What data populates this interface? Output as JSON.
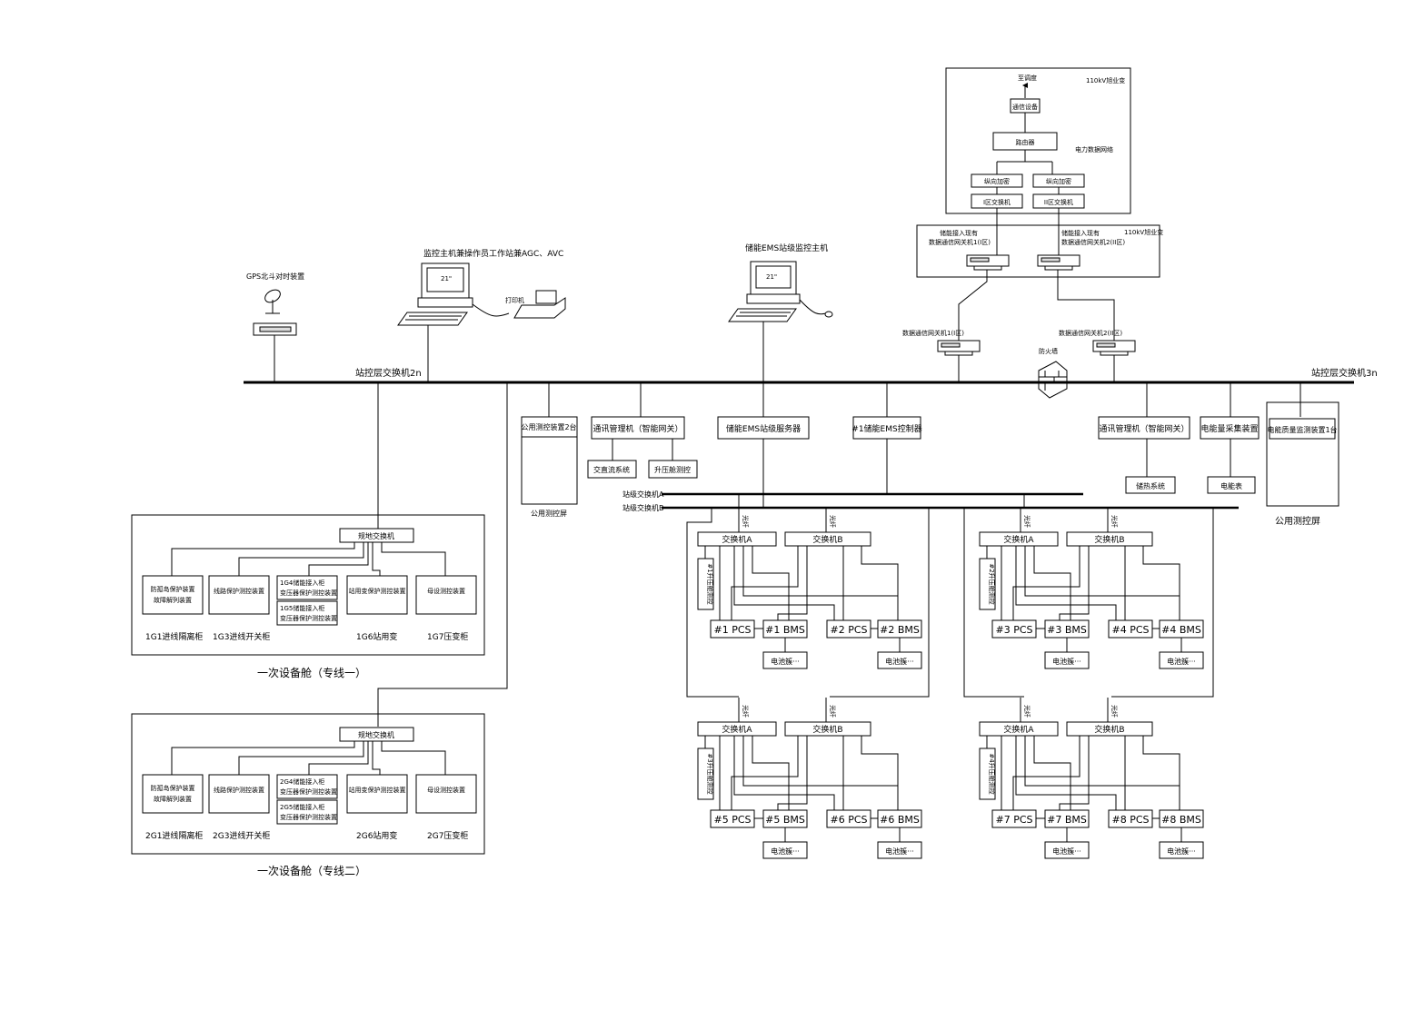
{
  "top": {
    "substation_title": "110kV旭业变",
    "dispatch": "至调度",
    "comm_equipment": "通信设备",
    "router": "路由器",
    "power_network": "电力数据网络",
    "vertical_encrypt_1": "纵向加密",
    "vertical_encrypt_2": "纵向加密",
    "zone1_switch": "I区交换机",
    "zone2_switch": "II区交换机",
    "substation_title_2": "110kV旭业变",
    "gateway_existing_1": "储能接入现有\n数据通信网关机1(I区)",
    "gateway_existing_2": "储能接入现有\n数据通信网关机2(II区)"
  },
  "gateways": {
    "gateway_1": "数据通信网关机1(I区)",
    "gateway_2": "数据通信网关机2(II区)",
    "firewall": "防火墙"
  },
  "workstations": {
    "monitor_host": "监控主机兼操作员工作站兼AGC、AVC",
    "printer": "打印机",
    "ems_host": "储能EMS站级监控主机",
    "screen_label": "21\""
  },
  "gps": {
    "label": "GPS北斗对时装置"
  },
  "station_bus": {
    "left_label": "站控层交换机2n",
    "right_label": "站控层交换机3n"
  },
  "bus_devices": {
    "public_measure": "公用测控装置2台",
    "public_screen": "公用测控屏",
    "comm_manager_1": "通讯管理机（智能网关）",
    "dc_system": "交直流系统",
    "boost_measure": "升压舱测控",
    "ems_server": "储能EMS站级服务器",
    "ems_controller": "#1储能EMS控制器",
    "comm_manager_2": "通讯管理机（智能网关）",
    "energy_meter_collect": "电能量采集装置",
    "power_quality": "电能质量监测装置1台",
    "storage_system": "储热系统",
    "energy_meter": "电能表",
    "public_screen_right": "公用测控屏"
  },
  "level_switch": {
    "a": "站级交换机A",
    "b": "站级交换机B"
  },
  "cabins": [
    {
      "switch": "规地交换机",
      "devices": [
        "防孤岛保护装置\n故障解列装置",
        "线路保护测控装置",
        "1G4储能接入柜\n变压器保护测控装置",
        "站用变保护测控装置",
        "母设测控装置"
      ],
      "device_2": "1G5储能接入柜\n变压器保护测控装置",
      "labels": [
        "1G1进线隔离柜",
        "1G3进线开关柜",
        "1G6站用变",
        "1G7压变柜"
      ],
      "title": "一次设备舱（专线一）"
    },
    {
      "switch": "规地交换机",
      "devices": [
        "防孤岛保护装置\n故障解列装置",
        "线路保护测控装置",
        "2G4储能接入柜\n变压器保护测控装置",
        "站用变保护测控装置",
        "母设测控装置"
      ],
      "device_2": "2G5储能接入柜\n变压器保护测控装置",
      "labels": [
        "2G1进线隔离柜",
        "2G3进线开关柜",
        "2G6站用变",
        "2G7压变柜"
      ],
      "title": "一次设备舱（专线二）"
    }
  ],
  "units": [
    {
      "link": "光纤",
      "switch_a": "交换机A",
      "switch_b": "交换机B",
      "boost": "#1升压舱测控",
      "pcs1": "#1 PCS",
      "bms1": "#1 BMS",
      "pcs2": "#2 PCS",
      "bms2": "#2 BMS",
      "bat1": "电池簇···",
      "bat2": "电池簇···"
    },
    {
      "link": "光纤",
      "switch_a": "交换机A",
      "switch_b": "交换机B",
      "boost": "#2升压舱测控",
      "pcs1": "#3 PCS",
      "bms1": "#3 BMS",
      "pcs2": "#4 PCS",
      "bms2": "#4 BMS",
      "bat1": "电池簇···",
      "bat2": "电池簇···"
    },
    {
      "link": "光纤",
      "switch_a": "交换机A",
      "switch_b": "交换机B",
      "boost": "#3升压舱测控",
      "pcs1": "#5 PCS",
      "bms1": "#5 BMS",
      "pcs2": "#6 PCS",
      "bms2": "#6 BMS",
      "bat1": "电池簇···",
      "bat2": "电池簇···"
    },
    {
      "link": "光纤",
      "switch_a": "交换机A",
      "switch_b": "交换机B",
      "boost": "#4升压舱测控",
      "pcs1": "#7 PCS",
      "bms1": "#7 BMS",
      "pcs2": "#8 PCS",
      "bms2": "#8 BMS",
      "bat1": "电池簇···",
      "bat2": "电池簇···"
    }
  ]
}
